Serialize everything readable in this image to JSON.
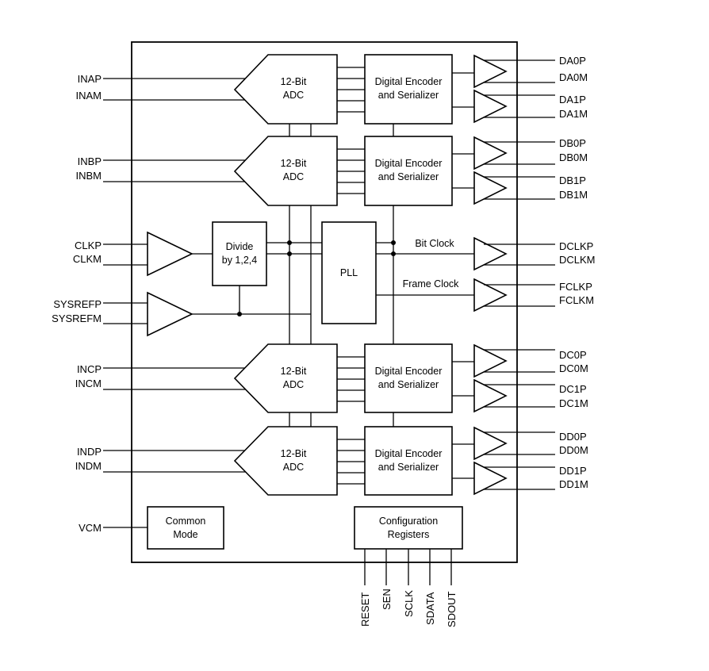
{
  "inputs": {
    "inap": "INAP",
    "inam": "INAM",
    "inbp": "INBP",
    "inbm": "INBM",
    "clkp": "CLKP",
    "clkm": "CLKM",
    "sysrefp": "SYSREFP",
    "sysrefm": "SYSREFM",
    "incp": "INCP",
    "incm": "INCM",
    "indp": "INDP",
    "indm": "INDM",
    "vcm": "VCM"
  },
  "outputs": {
    "da0p": "DA0P",
    "da0m": "DA0M",
    "da1p": "DA1P",
    "da1m": "DA1M",
    "db0p": "DB0P",
    "db0m": "DB0M",
    "db1p": "DB1P",
    "db1m": "DB1M",
    "dclkp": "DCLKP",
    "dclkm": "DCLKM",
    "fclkp": "FCLKP",
    "fclkm": "FCLKM",
    "dc0p": "DC0P",
    "dc0m": "DC0M",
    "dc1p": "DC1P",
    "dc1m": "DC1M",
    "dd0p": "DD0P",
    "dd0m": "DD0M",
    "dd1p": "DD1P",
    "dd1m": "DD1M"
  },
  "blocks": {
    "adc_line1": "12-Bit",
    "adc_line2": "ADC",
    "encoder_line1": "Digital Encoder",
    "encoder_line2": "and Serializer",
    "divide_line1": "Divide",
    "divide_line2": "by 1,2,4",
    "pll": "PLL",
    "common_line1": "Common",
    "common_line2": "Mode",
    "config_line1": "Configuration",
    "config_line2": "Registers"
  },
  "signals": {
    "bit_clock": "Bit Clock",
    "frame_clock": "Frame Clock"
  },
  "control_pins": {
    "reset": "RESET",
    "sen": "SEN",
    "sclk": "SCLK",
    "sdata": "SDATA",
    "sdout": "SDOUT"
  }
}
